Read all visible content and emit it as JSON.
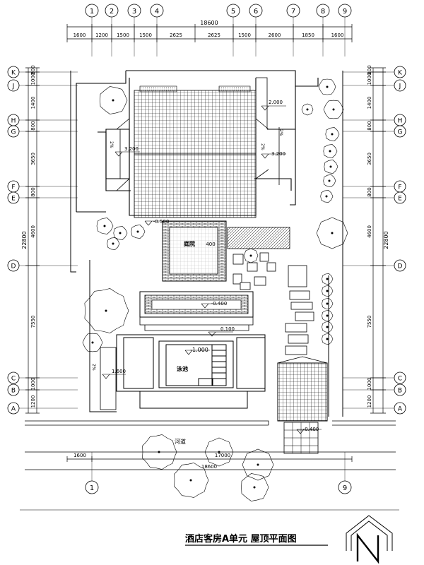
{
  "title": "酒店客房A单元  屋顶平面图",
  "north_letter": "N",
  "grid_columns": [
    "1",
    "2",
    "3",
    "4",
    "5",
    "6",
    "7",
    "8",
    "9"
  ],
  "grid_rows": [
    "K",
    "J",
    "H",
    "G",
    "F",
    "E",
    "D",
    "C",
    "B",
    "A"
  ],
  "top_dims": {
    "total": "18600",
    "segments": [
      "1600",
      "1200",
      "1500",
      "1500",
      "2625",
      "2625",
      "1500",
      "2600",
      "1850",
      "1600"
    ]
  },
  "side_dims": {
    "total": "22800",
    "segments": [
      "800",
      "1000",
      "1400",
      "800",
      "3650",
      "800",
      "4600",
      "7550",
      "1000",
      "1200"
    ]
  },
  "bottom_dims": {
    "left": "1600",
    "middle": "17000",
    "total": "18600"
  },
  "labels": {
    "courtyard": "庭院",
    "pool": "泳池",
    "river": "河道"
  },
  "elevations": {
    "e_2000": "2.000",
    "e_3200_left": "3.200",
    "e_3200_right": "3.200",
    "e_neg0500": "-0.500",
    "e_neg0400_mid": "-0.400",
    "e_0100": "0.100",
    "e_neg1000": "-1.000",
    "e_1600": "1.600",
    "e_neg0400_bottom": "-0.400",
    "e_400": "400"
  },
  "slope_marks": [
    "2%",
    "2%",
    "2%",
    "2%"
  ],
  "colors": {
    "line": "#000000",
    "background": "#ffffff"
  }
}
